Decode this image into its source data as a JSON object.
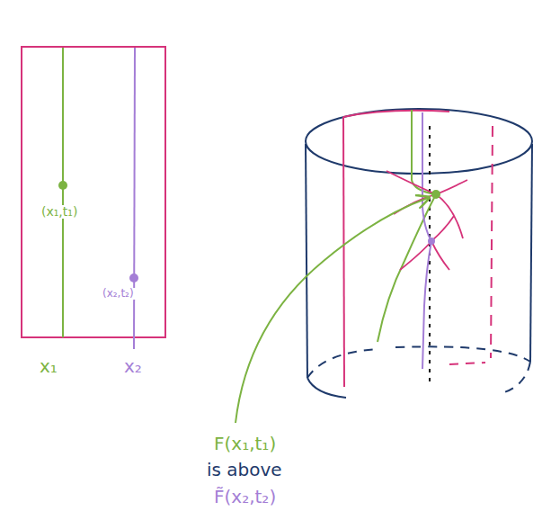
{
  "diagram": {
    "labels": [
      "(x₁,t₁)",
      "(x₂,t₂)",
      "x₁",
      "x₂",
      "F(x₁,t₁)",
      "is above",
      "F̃(x₂,t₂)"
    ]
  }
}
